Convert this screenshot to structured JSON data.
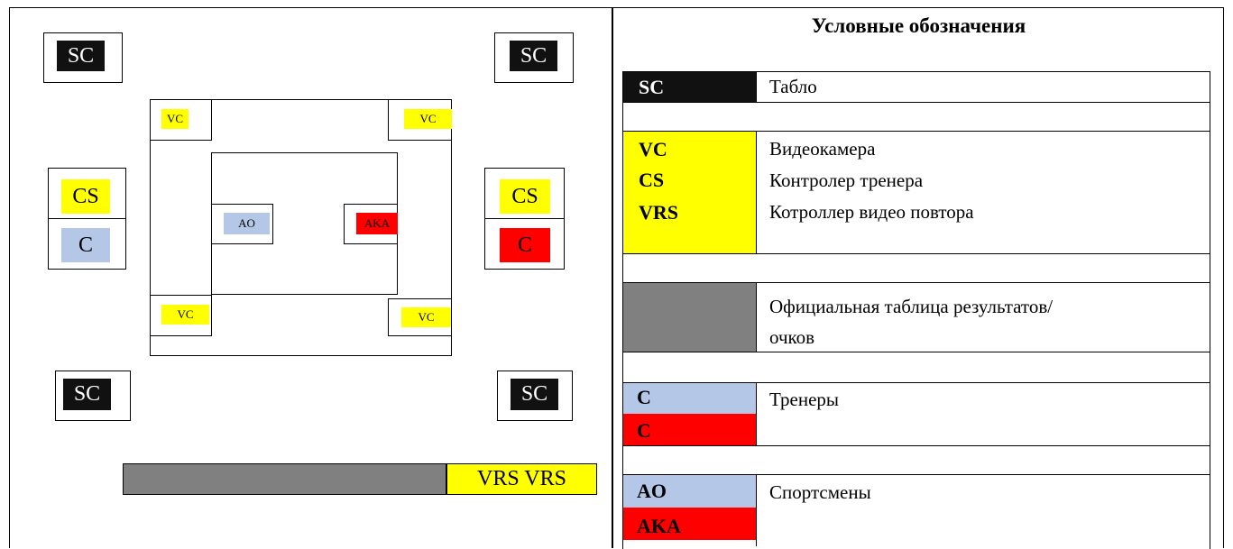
{
  "diagram": {
    "scoreboard_label": "SC",
    "videocamera_label": "VC",
    "coach_controller_label": "CS",
    "coach_label": "C",
    "ao_label": "AO",
    "aka_label": "AKA",
    "vrs_label": "VRS VRS"
  },
  "legend": {
    "title": "Условные обозначения",
    "rows": [
      {
        "codes": [
          "SC"
        ],
        "desc": [
          "Табло"
        ]
      },
      {
        "codes": [
          "VC",
          "CS",
          "VRS"
        ],
        "desc": [
          "Видеокамера",
          "Контролер тренера",
          "Котроллер видео повтора"
        ]
      },
      {
        "codes": [],
        "desc": [
          "Официальная таблица результатов/",
          "очков"
        ]
      },
      {
        "codes": [
          "C",
          "C"
        ],
        "desc": [
          "Тренеры"
        ]
      },
      {
        "codes": [
          "AO",
          "AKA"
        ],
        "desc": [
          "Спортсмены"
        ]
      }
    ]
  },
  "colors": {
    "scoreboard": "#111111",
    "yellow": "#ffff00",
    "light_blue": "#b4c7e7",
    "red": "#ff0000",
    "gray": "#808080"
  }
}
